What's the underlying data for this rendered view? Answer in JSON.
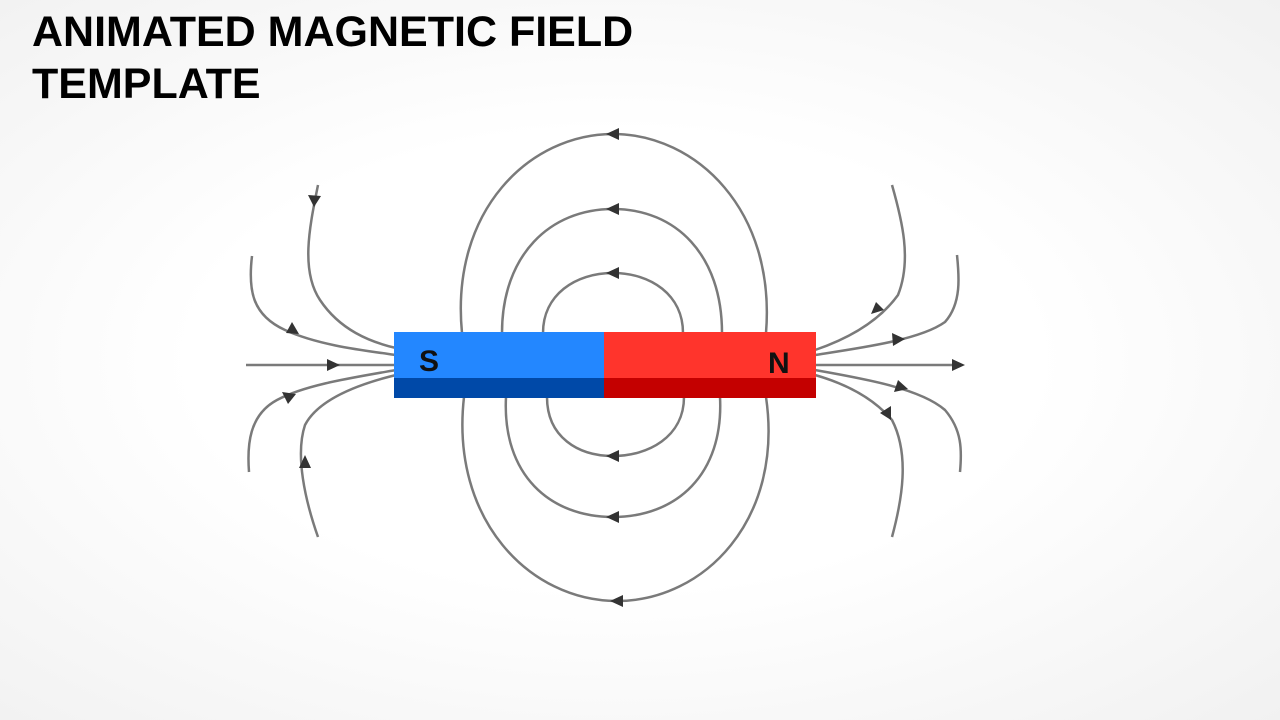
{
  "slide": {
    "title_line1": "ANIMATED MAGNETIC FIELD",
    "title_line2": "TEMPLATE"
  },
  "magnet": {
    "south_label": "S",
    "north_label": "N",
    "south_color": "#2387ff",
    "south_shadow_color": "#0049a8",
    "north_color": "#ff342c",
    "north_shadow_color": "#c40000"
  },
  "colors": {
    "field_line": "#7a7a7a",
    "arrowhead": "#333333",
    "title_text": "#000000"
  }
}
